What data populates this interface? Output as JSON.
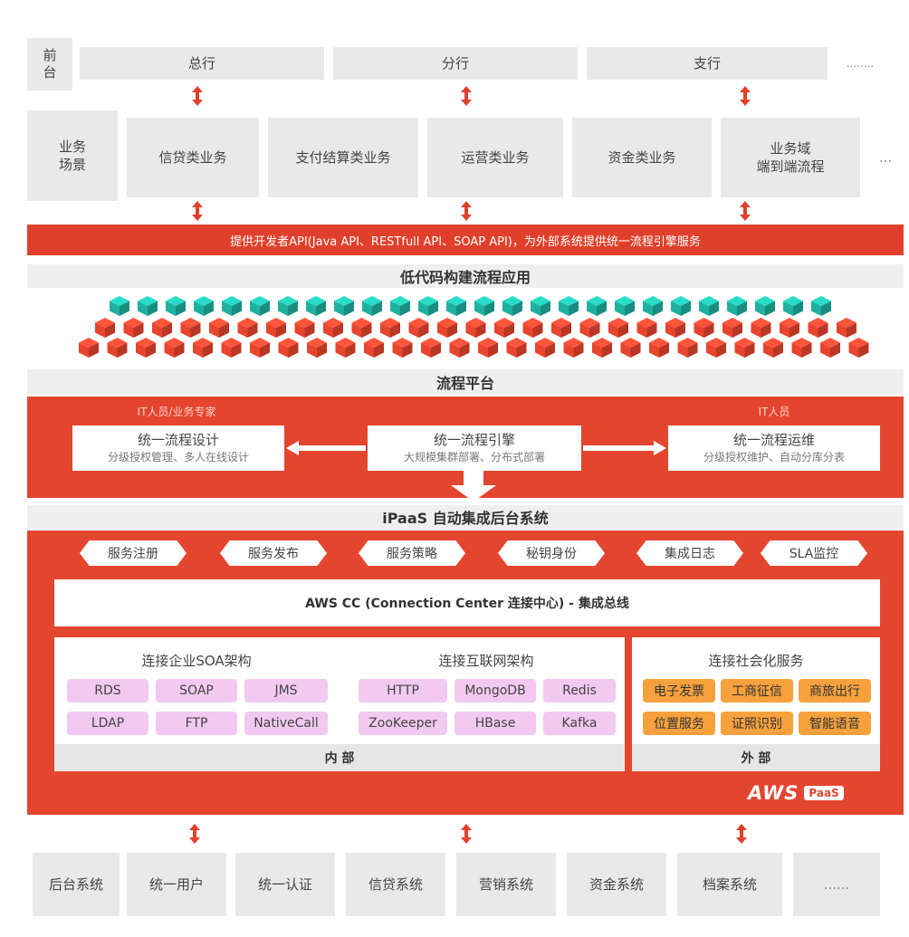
{
  "frontend": {
    "label": "前台",
    "items": [
      "总行",
      "分行",
      "支行"
    ],
    "more": "........"
  },
  "business": {
    "label": "业务场景",
    "items": [
      "信贷类业务",
      "支付结算类业务",
      "运营类业务",
      "资金类业务",
      "业务域\n端到端流程"
    ],
    "more": "..."
  },
  "api_banner": "提供开发者API(Java API、RESTfull API、SOAP API)，为外部系统提供统一流程引擎服务",
  "lowcode_title": "低代码构建流程应用",
  "platform": {
    "title": "流程平台",
    "left_role": "IT人员/业务专家",
    "right_role": "IT人员",
    "design_title": "统一流程设计",
    "design_sub": "分级授权管理、多人在线设计",
    "engine_title": "统一流程引擎",
    "engine_sub": "大规模集群部署、分布式部署",
    "ops_title": "统一流程运维",
    "ops_sub": "分级授权维护、自动分库分表"
  },
  "ipaas": {
    "title": "iPaaS 自动集成后台系统",
    "services": [
      "服务注册",
      "服务发布",
      "服务策略",
      "秘钥身份",
      "集成日志",
      "SLA监控"
    ],
    "bus": "AWS CC (Connection Center 连接中心) - 集成总线",
    "soa_title": "连接企业SOA架构",
    "soa_items": [
      "RDS",
      "SOAP",
      "JMS",
      "LDAP",
      "FTP",
      "NativeCall"
    ],
    "internet_title": "连接互联网架构",
    "internet_items": [
      "HTTP",
      "MongoDB",
      "Redis",
      "ZooKeeper",
      "HBase",
      "Kafka"
    ],
    "internal_label": "内 部",
    "social_title": "连接社会化服务",
    "social_items": [
      "电子发票",
      "工商征信",
      "商旅出行",
      "位置服务",
      "证照识别",
      "智能语音"
    ],
    "external_label": "外 部",
    "logo_text": "AWS",
    "logo_badge": "PaaS"
  },
  "backend": {
    "items": [
      "后台系统",
      "统一用户",
      "统一认证",
      "信贷系统",
      "营销系统",
      "资金系统",
      "档案系统"
    ],
    "more": "......"
  },
  "colors": {
    "red": "#e0402b",
    "teal": "#1fb1a0",
    "cube_red": "#e8442e",
    "pill_purple": "#f2c9f0",
    "pill_orange": "#f6a13e",
    "gray": "#e9e9e9"
  }
}
